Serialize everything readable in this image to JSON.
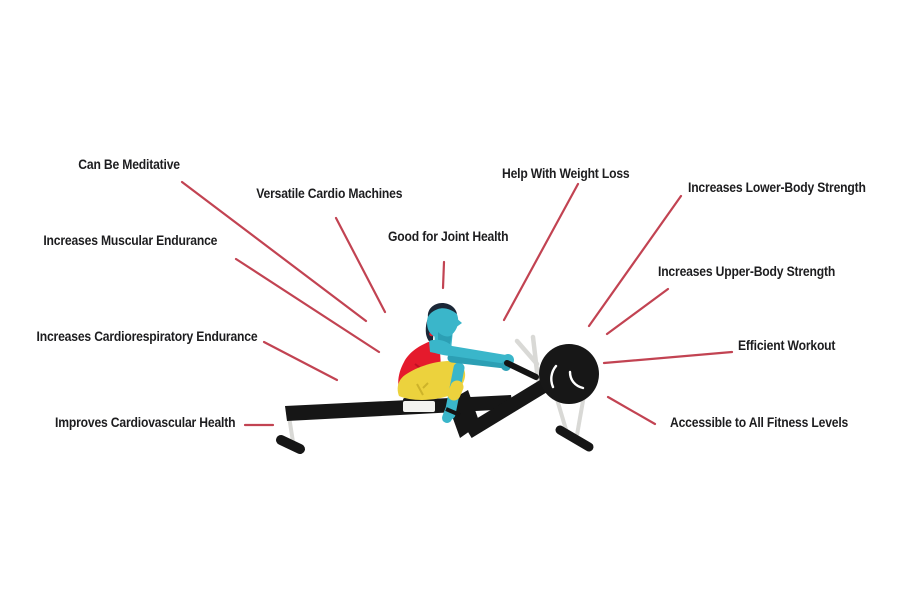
{
  "illustration": {
    "subject": "person-rowing-on-rowing-machine"
  },
  "benefits": [
    {
      "text": "Can Be Meditative"
    },
    {
      "text": "Versatile Cardio Machines"
    },
    {
      "text": "Increases Muscular Endurance"
    },
    {
      "text": "Good for Joint Health"
    },
    {
      "text": "Increases Cardiorespiratory Endurance"
    },
    {
      "text": "Improves Cardiovascular Health"
    },
    {
      "text": "Help With Weight Loss"
    },
    {
      "text": "Increases Lower-Body Strength"
    },
    {
      "text": "Increases Upper-Body Strength"
    },
    {
      "text": "Efficient Workout"
    },
    {
      "text": "Accessible to All Fitness Levels"
    }
  ],
  "colors": {
    "background": "#ffffff",
    "leader_line": "#c24352",
    "label_text": "#1d1d1f",
    "skin_teal": "#3ab6ca",
    "skin_teal_shade": "#2c9fb4",
    "shirt_red": "#e51a2c",
    "leggings_yellow": "#ecd23d",
    "hair_navy": "#1b2737",
    "machine_black": "#161616",
    "frame_gray": "#d9d9d6",
    "seat_white": "#f3f3f0"
  }
}
